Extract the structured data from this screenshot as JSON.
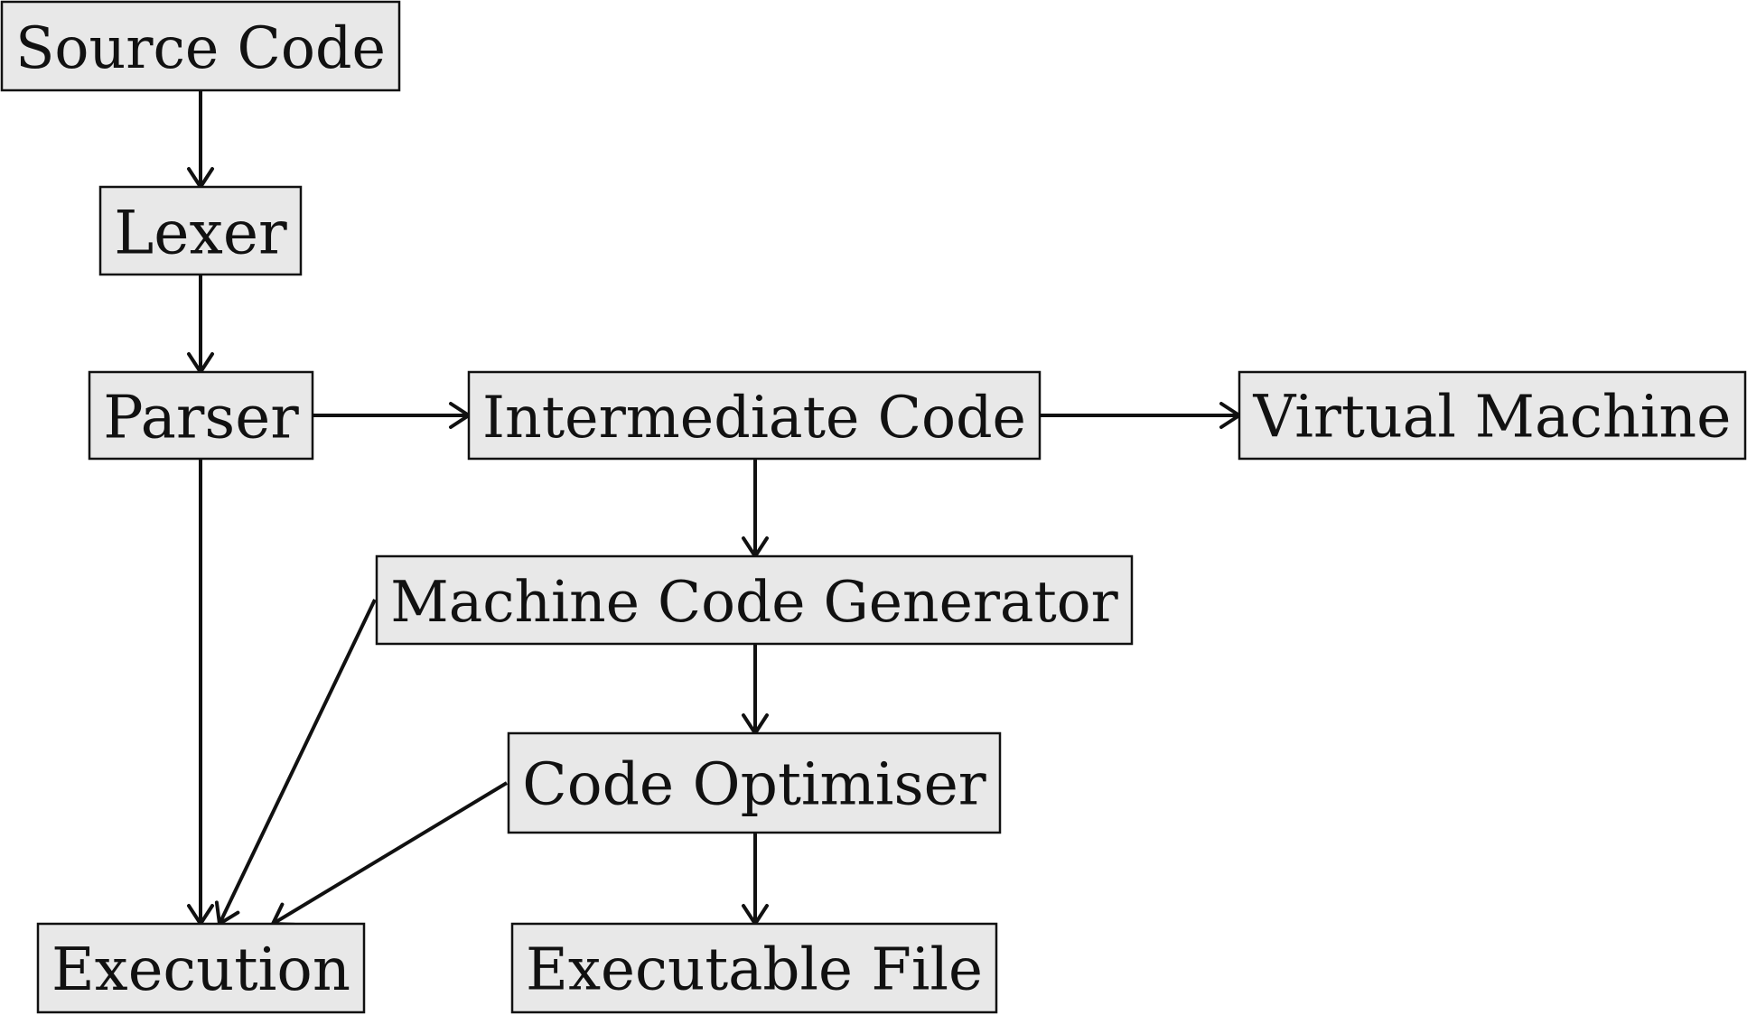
{
  "diagram": {
    "nodes": [
      {
        "id": "source",
        "label": "Source Code"
      },
      {
        "id": "lexer",
        "label": "Lexer"
      },
      {
        "id": "parser",
        "label": "Parser"
      },
      {
        "id": "intermediate",
        "label": "Intermediate Code"
      },
      {
        "id": "vm",
        "label": "Virtual Machine"
      },
      {
        "id": "mcg",
        "label": "Machine Code Generator"
      },
      {
        "id": "optimiser",
        "label": "Code Optimiser"
      },
      {
        "id": "execution",
        "label": "Execution"
      },
      {
        "id": "exefile",
        "label": "Executable File"
      }
    ],
    "edges": [
      {
        "from": "source",
        "to": "lexer"
      },
      {
        "from": "lexer",
        "to": "parser"
      },
      {
        "from": "parser",
        "to": "intermediate"
      },
      {
        "from": "intermediate",
        "to": "vm"
      },
      {
        "from": "intermediate",
        "to": "mcg"
      },
      {
        "from": "parser",
        "to": "execution"
      },
      {
        "from": "mcg",
        "to": "execution"
      },
      {
        "from": "mcg",
        "to": "optimiser"
      },
      {
        "from": "optimiser",
        "to": "execution"
      },
      {
        "from": "optimiser",
        "to": "exefile"
      }
    ]
  }
}
